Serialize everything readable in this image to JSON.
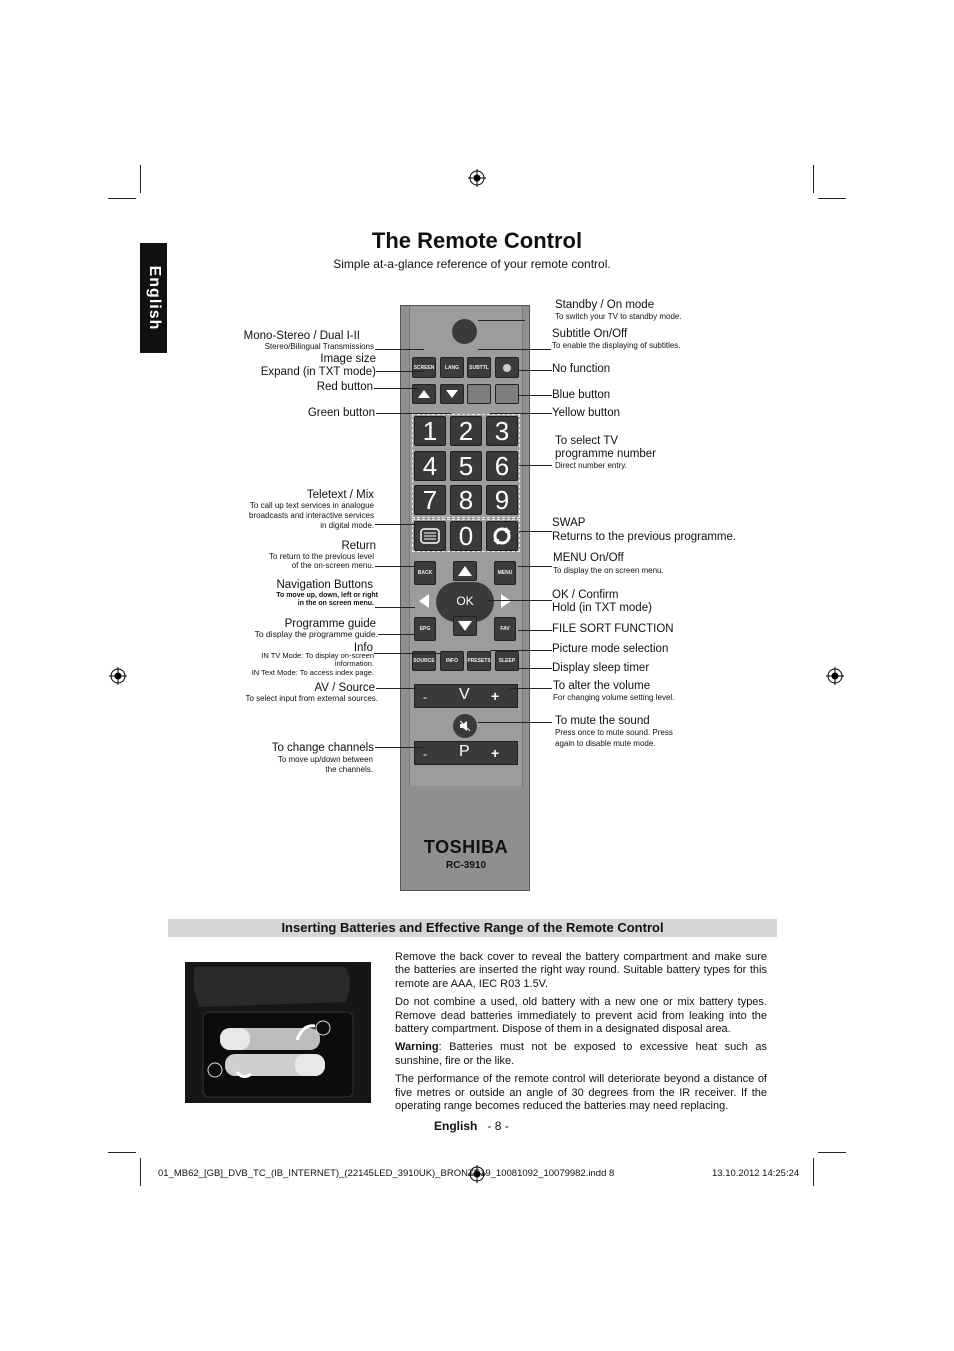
{
  "page": {
    "language_tab": "English",
    "title": "The Remote Control",
    "subtitle": "Simple at-a-glance reference of your remote control."
  },
  "remote": {
    "brand": "TOSHIBA",
    "model": "RC-3910",
    "buttons": {
      "screen": "SCREEN",
      "lang": "LANG",
      "subtl": "SUBTTL",
      "back": "BACK",
      "menu": "MENU",
      "ok": "OK",
      "epg": "EPG",
      "fav": "FAV",
      "source": "SOURCE",
      "info": "INFO",
      "presets": "PRESETS",
      "sleep": "SLEEP",
      "vol": "V",
      "prog": "P",
      "minus": "-",
      "plus": "+",
      "digits": [
        "1",
        "2",
        "3",
        "4",
        "5",
        "6",
        "7",
        "8",
        "9",
        "0"
      ]
    }
  },
  "labels_left": [
    {
      "title": "Mono-Stereo / Dual I-II",
      "desc": "Stereo/Bilingual Transmissions"
    },
    {
      "title": "Image size",
      "desc": "Expand (in TXT mode)"
    },
    {
      "title": "Red button"
    },
    {
      "title": "Green button"
    },
    {
      "title": "Teletext / Mix",
      "desc": [
        "To call up text services in analogue",
        "broadcasts  and interactive services",
        "in digital mode."
      ]
    },
    {
      "title": "Return",
      "desc": [
        "To return to the previous level",
        "of the on-screen menu."
      ]
    },
    {
      "title": "Navigation Buttons",
      "desc": [
        "To move up, down, left or right",
        "in the on screen menu."
      ]
    },
    {
      "title": "Programme guide",
      "desc": "To display the programme guide."
    },
    {
      "title": "Info",
      "desc": [
        "IN TV Mode: To display on-screen",
        "information.",
        "IN Text Mode: To access index page."
      ]
    },
    {
      "title": "AV / Source",
      "desc": "To select input from external sources."
    },
    {
      "title": "To change channels",
      "desc": [
        "To move up/down between",
        "the channels."
      ]
    }
  ],
  "labels_right": [
    {
      "title": "Standby / On mode",
      "desc": "To switch your TV to standby mode."
    },
    {
      "title": "Subtitle On/Off",
      "desc": "To enable the displaying of subtitles."
    },
    {
      "title": "No function"
    },
    {
      "title": "Blue button"
    },
    {
      "title": "Yellow button"
    },
    {
      "title": [
        "To select TV",
        "programme number"
      ],
      "desc": "Direct number entry."
    },
    {
      "title": [
        "SWAP",
        "Returns to the previous programme."
      ]
    },
    {
      "title": "MENU On/Off",
      "desc": "To display the on screen menu."
    },
    {
      "title": [
        "OK / Confirm",
        "Hold (in TXT mode)"
      ]
    },
    {
      "title": "FILE SORT FUNCTION"
    },
    {
      "title": "Picture mode selection"
    },
    {
      "title": "Display sleep timer"
    },
    {
      "title": "To alter the volume",
      "desc": "For changing volume setting level."
    },
    {
      "title": "To mute the sound",
      "desc": [
        "Press once to mute sound. Press",
        "again to disable mute mode."
      ]
    }
  ],
  "section": {
    "heading": "Inserting Batteries and Effective Range of the Remote Control",
    "paragraphs": [
      "Remove the back cover to reveal the battery compartment and make sure the batteries are inserted the right way round. Suitable battery types for this remote are  AAA, IEC R03 1.5V.",
      "Do not combine a used, old battery with a new one or mix battery types. Remove dead batteries immediately to prevent acid from leaking into the battery compartment. Dispose of them in a designated disposal area.",
      "The performance of the remote control will deteriorate beyond a distance of five metres or outside an angle of 30 degrees from the IR receiver. If the operating range becomes reduced the batteries may need replacing."
    ],
    "warning_label": "Warning",
    "warning_text": ": Batteries must not be exposed to excessive heat such as sunshine, fire or the like."
  },
  "footer": {
    "page_label": "English",
    "page_number": "- 8 -",
    "file": "01_MB62_[GB]_DVB_TC_(IB_INTERNET)_(22145LED_3910UK)_BRONZE19_10081092_10079982.indd   8",
    "date": "13.10.2012   14:25:24"
  }
}
